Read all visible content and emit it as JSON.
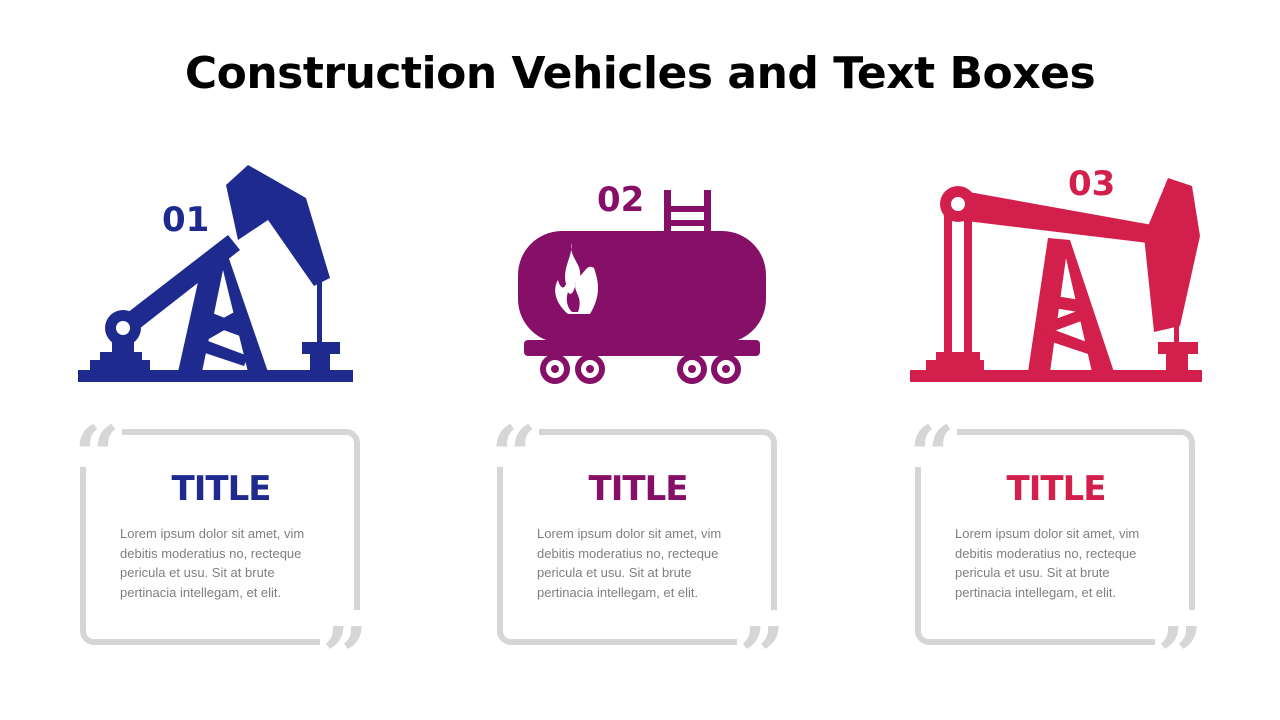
{
  "title": "Construction Vehicles and Text Boxes",
  "colors": {
    "blue": "#1f2a8f",
    "purple": "#861067",
    "red": "#d31f4c",
    "frame": "#d6d6d6",
    "body_text": "#7f7f7f"
  },
  "items": [
    {
      "number": "01",
      "icon": "oil-pump-jack-icon",
      "color": "#1f2a8f",
      "card_title": "TITLE",
      "card_text": "Lorem ipsum dolor sit amet, vim debitis moderatius no, recteque pericula et usu. Sit at brute pertinacia intellegam, et elit."
    },
    {
      "number": "02",
      "icon": "fuel-tank-wagon-icon",
      "color": "#861067",
      "card_title": "TITLE",
      "card_text": "Lorem ipsum dolor sit amet, vim debitis moderatius no, recteque pericula et usu. Sit at brute pertinacia intellegam, et elit."
    },
    {
      "number": "03",
      "icon": "oil-pump-jack-icon",
      "color": "#d31f4c",
      "card_title": "TITLE",
      "card_text": "Lorem ipsum dolor sit amet, vim debitis moderatius no, recteque pericula et usu. Sit at brute pertinacia intellegam, et elit."
    }
  ],
  "quote_open": "“",
  "quote_close": "”"
}
